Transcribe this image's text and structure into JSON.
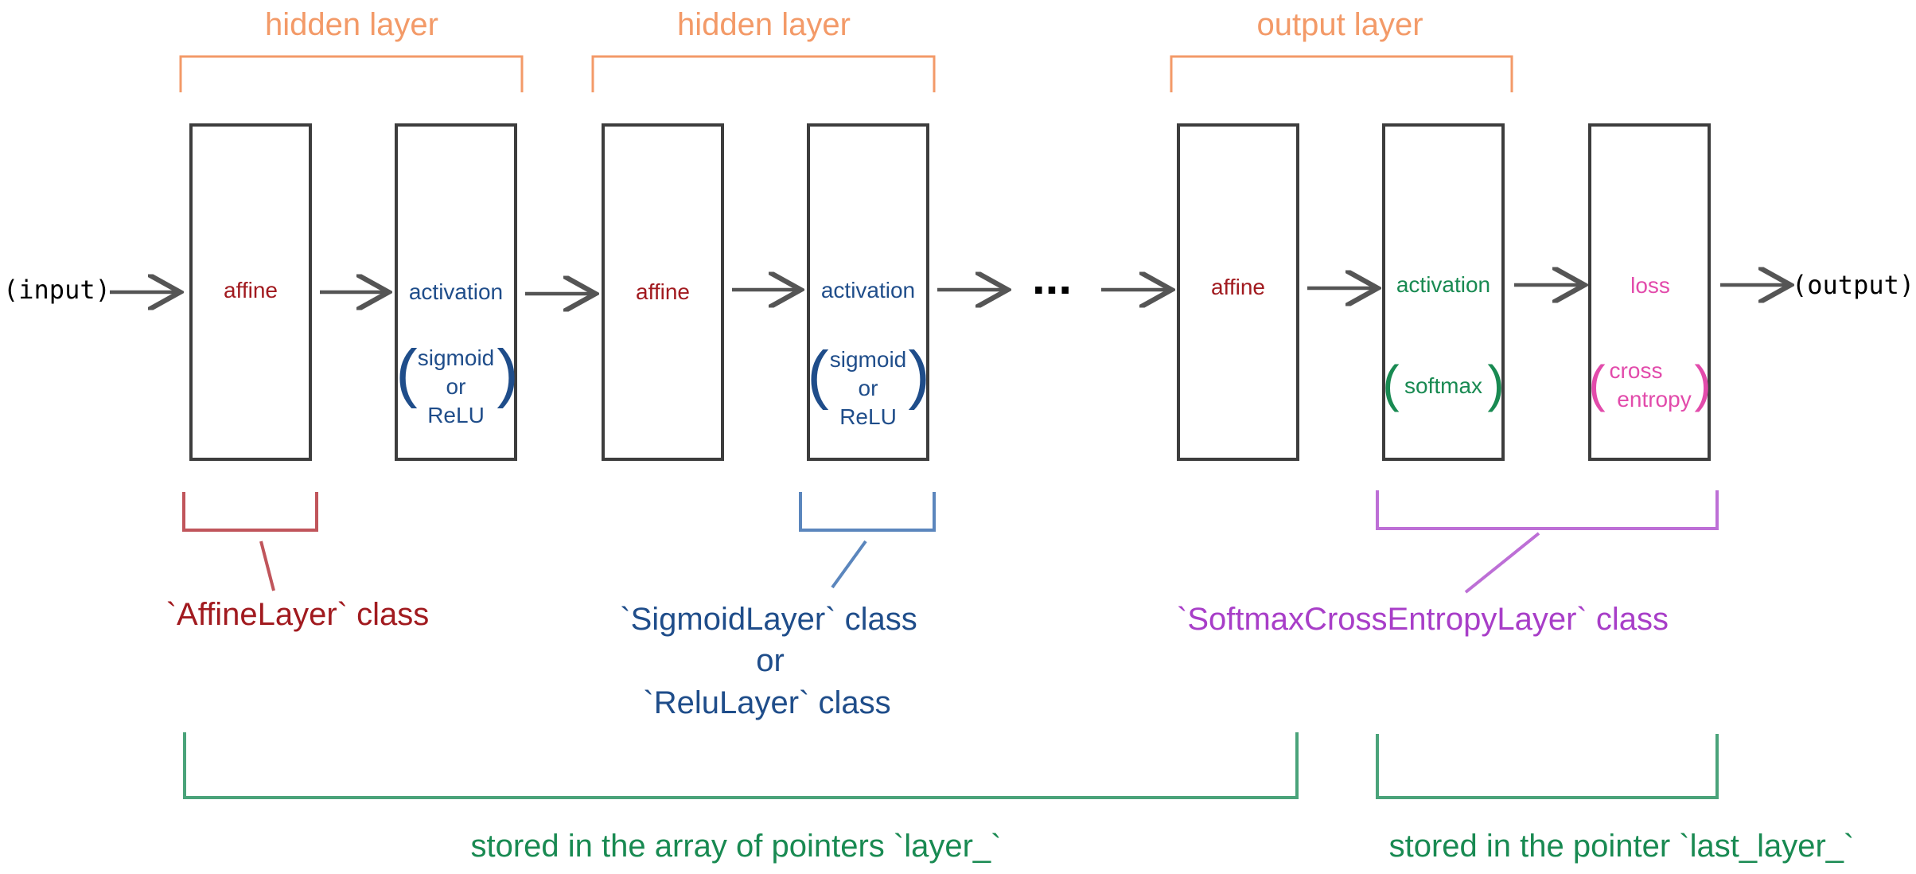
{
  "top_labels": {
    "hidden1": "hidden layer",
    "hidden2": "hidden layer",
    "output": "output layer"
  },
  "io": {
    "input": "(input)",
    "output": "(output)",
    "ellipsis": "..."
  },
  "boxes": {
    "affine1": "affine",
    "activation1": "activation",
    "activation1_sub": [
      "sigmoid",
      "or",
      "ReLU"
    ],
    "affine2": "affine",
    "activation2": "activation",
    "activation2_sub": [
      "sigmoid",
      "or",
      "ReLU"
    ],
    "affine3": "affine",
    "activation3": "activation",
    "activation3_sub": "softmax",
    "loss": "loss",
    "loss_sub": [
      "cross",
      "entropy"
    ]
  },
  "classes": {
    "affine": "`AffineLayer` class",
    "sigmoid": "`SigmoidLayer` class",
    "or": "or",
    "relu": "`ReluLayer` class",
    "softmax": "`SoftmaxCrossEntropyLayer` class"
  },
  "storage": {
    "layers": "stored in the array of pointers `layer_`",
    "last": "stored in the pointer `last_layer_`"
  },
  "colors": {
    "orange": "#f39a68",
    "red": "#a11a1f",
    "blue": "#1f4d8a",
    "green": "#198a52",
    "magenta": "#e24bab",
    "purple": "#a83ec8",
    "box": "#3d3d3d",
    "arrow": "#555555",
    "storage_bracket": "#4aa37a",
    "affine_bracket": "#c0555b",
    "sigmoid_bracket": "#5b86bd",
    "softmax_bracket": "#bd6fd6"
  }
}
